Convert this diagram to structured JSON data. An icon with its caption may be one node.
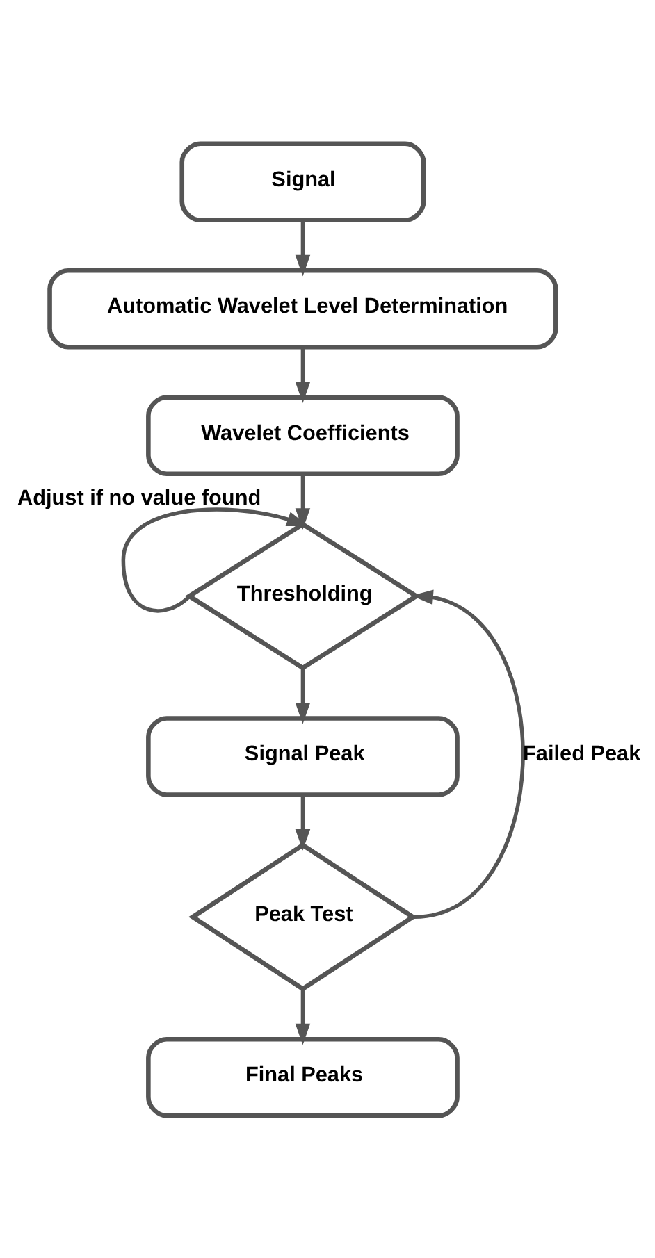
{
  "diagram": {
    "nodes": [
      {
        "text": [
          "Signal"
        ]
      },
      {
        "text": [
          "Automatic Wavelet Level Determination"
        ]
      },
      {
        "text": [
          "Wavelet Coefficients"
        ]
      },
      {
        "text": [
          "Thresholding"
        ]
      },
      {
        "text": [
          "Signal Peak"
        ]
      },
      {
        "text": [
          "Peak Test"
        ]
      },
      {
        "text": [
          "Final Peaks"
        ]
      }
    ],
    "edges": [
      {
        "from": 0,
        "to": 1,
        "arrow": "to"
      },
      {
        "from": 1,
        "to": 2,
        "arrow": "to"
      },
      {
        "from": 2,
        "to": 3,
        "arrow": "to"
      },
      {
        "from": 3,
        "to": 3,
        "arrow": "to",
        "label": "Adjust if no value found"
      },
      {
        "from": 3,
        "to": 4,
        "arrow": "to"
      },
      {
        "from": 4,
        "to": 5,
        "arrow": "to"
      },
      {
        "from": 5,
        "to": 3,
        "arrow": "to",
        "label": "Failed Peak"
      },
      {
        "from": 5,
        "to": 6,
        "arrow": "to"
      }
    ]
  }
}
